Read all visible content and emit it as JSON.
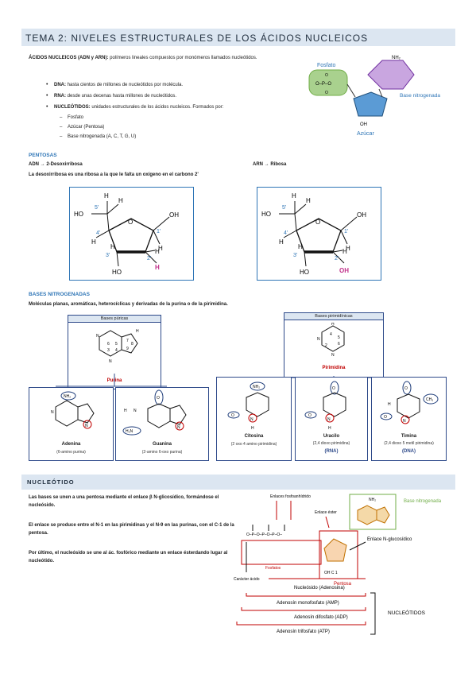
{
  "header": {
    "title": "TEMA 2: NIVELES ESTRUCTURALES DE LOS ÁCIDOS NUCLEICOS"
  },
  "intro": {
    "lead_bold": "ÁCIDOS NUCLEICOS (ADN y ARN):",
    "lead_text": " polímeros lineales compuestos por monómeros llamados nucleótidos.",
    "bullets": [
      {
        "bold": "DNA:",
        "text": " hasta cientos de millones de nucleótidos por molécula."
      },
      {
        "bold": "RNA:",
        "text": " desde unas decenas hasta millones de nucleótidos."
      },
      {
        "bold": "NUCLEÓTIDOS:",
        "text": " unidades estructurales de los ácidos nucleicos. Formados por:"
      }
    ],
    "components": [
      "Fosfato",
      "Azúcar (Pentosa)",
      "Base nitrogenada (A, C, T, G, U)"
    ]
  },
  "nucleotide_figure": {
    "fosfato": "Fosfato",
    "base": "Base nitrogenada",
    "azucar": "Azúcar",
    "nh2": "NH₂",
    "oh": "OH"
  },
  "pentosas": {
    "heading": "PENTOSAS",
    "adn_label": "ADN → 2-Desoxirribosa",
    "arn_label": "ARN → Ribosa",
    "note": "La desoxirribosa es una ribosa a la que le falta un oxígeno en el carbono 2'",
    "deoxy": {
      "c5": "5'",
      "c4": "4'",
      "c3": "3'",
      "c2": "2'",
      "c1": "1'",
      "ho_top": "HO",
      "oh_right": "OH",
      "ho_bottom": "HO",
      "c2_sub": "H",
      "h": "H",
      "o": "O"
    },
    "ribose": {
      "c5": "5'",
      "c4": "4'",
      "c3": "3'",
      "c2": "2'",
      "c1": "1'",
      "ho_top": "HO",
      "oh_right": "OH",
      "ho_bottom": "HO",
      "c2_sub": "OH",
      "h": "H",
      "o": "O"
    }
  },
  "bases": {
    "heading": "BASES NITROGENADAS",
    "desc": "Moléculas planas, aromáticas, heterocíclicas y derivadas de la purina o de la pirimidina.",
    "purinas_header": "Bases púricas",
    "pirimidinas_header": "Bases pirimidínicas",
    "purina": "Purina",
    "pirimidina": "Pirimidina",
    "items": [
      {
        "name": "Adenina",
        "sub": "(6-amino purina)",
        "tag": ""
      },
      {
        "name": "Guanina",
        "sub": "(2-amino 6-oxo purina)",
        "tag": ""
      },
      {
        "name": "Citosina",
        "sub": "(2 oxo 4 amino pirimidina)",
        "tag": ""
      },
      {
        "name": "Uracilo",
        "sub": "(2,4 dioxo pirimidina)",
        "tag": "(RNA)"
      },
      {
        "name": "Timina",
        "sub": "(2,4 dioxo 5 metil pirimidina)",
        "tag": "(DNA)"
      }
    ],
    "atoms": {
      "nh2": "NH₂",
      "h2n": "H₂N",
      "o": "O",
      "n": "N",
      "h": "H",
      "ch3": "CH₃"
    }
  },
  "nucleotido": {
    "heading": "NUCLEÓTIDO",
    "p1": "Las bases se unen a una pentosa mediante el enlace β N-glicosídico, formándose el nucleósido.",
    "p2": "El enlace se produce entre el N-1 en las pirimidinas y el N-9 en las purinas, con el C-1 de la pentosa.",
    "p3": "Por último, el nucleósido se une al ác. fosfórico mediante un enlace ésterdando lugar al nucleótido.",
    "fig": {
      "enlaces_fosfo": "Enlaces fosfoanhídrido",
      "enlace_ester": "Enlace éster",
      "base": "Base nitrogenada",
      "enlace_n": "Enlace N-glucosídico",
      "fosfatos": "Fosfatos",
      "pentosa": "Pentosa",
      "caracter": "Carácter ácido",
      "nucleosido": "Nucleósido (Adenosina)",
      "amp": "Adenosín monofosfato (AMP)",
      "adp": "Adenosín difosfato (ADP)",
      "atp": "Adenosín trifosfato (ATP)",
      "nucleotidos": "NUCLEÓTIDOS",
      "oh_c": "OH   C 1",
      "nh2": "NH₂"
    }
  }
}
